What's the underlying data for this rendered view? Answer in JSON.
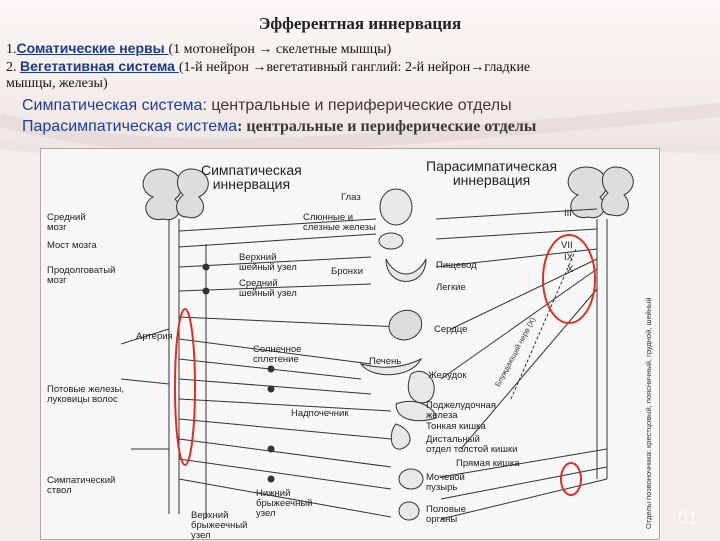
{
  "title": "Эфферентная иннервация",
  "lines": {
    "l1_num": "1.",
    "l1_link": "Соматические нервы ",
    "l1_rest": "(1 мотонейрон → скелетные мышцы)",
    "l2_num": "2. ",
    "l2_link": "Вегетативная система ",
    "l2_rest": "(1-й нейрон →вегетативный ганглий: 2-й нейрон→гладкие",
    "l2b": "мышцы, железы)"
  },
  "subtitle": {
    "sym_name": "Симпатическая система",
    "sym_rest": ": центральные и периферические отделы",
    "para_name": "Парасимпатическая система",
    "para_rest": ": центральные и периферические отделы"
  },
  "diagram": {
    "heading_sym": [
      "Симпатическая",
      "иннервация"
    ],
    "heading_para": [
      "Парасимпатическая",
      "иннервация"
    ],
    "left_labels": [
      "Средний",
      "мозг",
      "Мост мозга",
      "Продолговатый",
      "мозг",
      "Артерия",
      "Потовые железы,",
      "луковицы волос",
      "Симпатический",
      "ствол"
    ],
    "center_labels": [
      "Верхний",
      "шейный узел",
      "Средний",
      "шейный узел",
      "Солнечное",
      "сплетение",
      "Надпочечник",
      "Нижний",
      "брыжеечный",
      "узел",
      "Верхний",
      "брыжеечный",
      "узел"
    ],
    "organ_labels": [
      "Глаз",
      "Слюнные и",
      "слезные железы",
      "Бронхи",
      "Пищевод",
      "Легкие",
      "Сердце",
      "Печень",
      "Желудок",
      "Поджелудочная",
      "железа",
      "Тонкая кишка",
      "Дистальный",
      "отдел толстой кишки",
      "Прямая кишка",
      "Мочевой",
      "пузырь",
      "Половые",
      "органы"
    ],
    "nerve_labels": [
      "III",
      "VII",
      "IX",
      "X",
      "Блуждающий нерв (X)",
      "Отделы позвоночника: крестцовый, поясничный, грудной, шейный"
    ],
    "watermark": "01"
  },
  "colors": {
    "accent_blue": "#1f3d9c",
    "highlight_red": "#d93025"
  }
}
